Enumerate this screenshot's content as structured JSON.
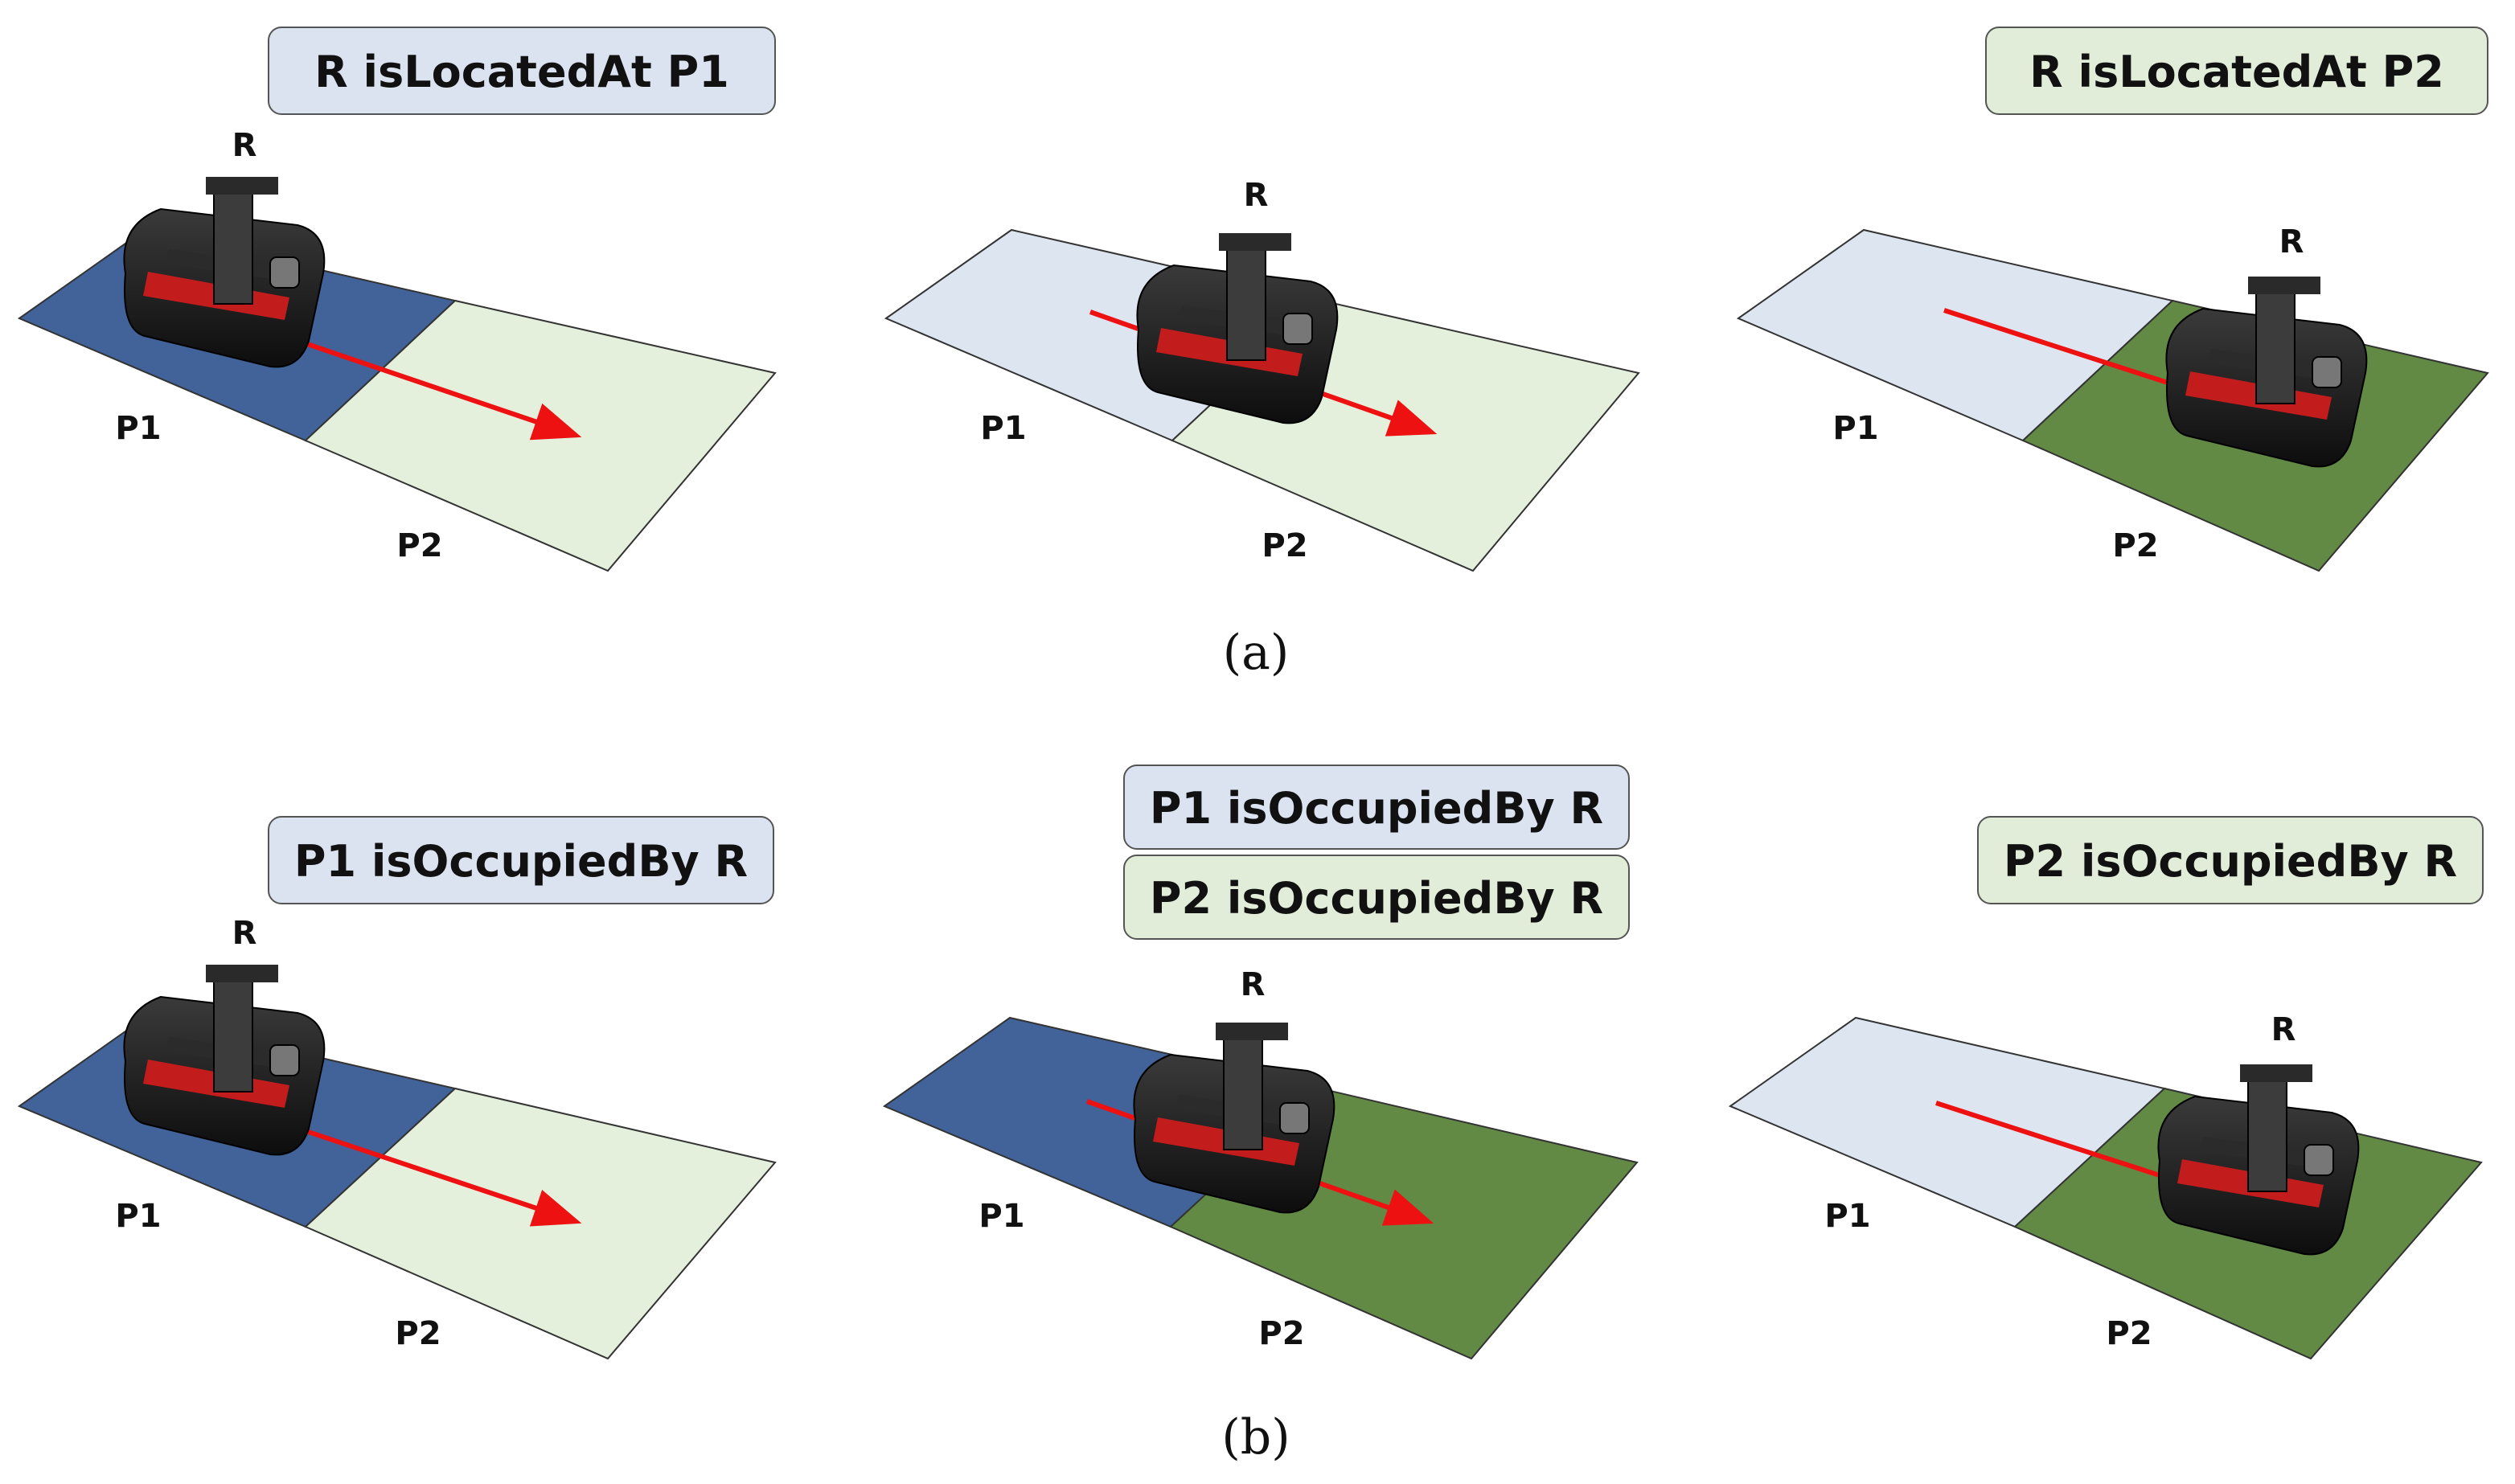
{
  "colors": {
    "p1_active": "#41639a",
    "p1_inactive": "#dde5f1",
    "p2_active": "#628a45",
    "p2_inactive": "#e4efdc",
    "badge_blue": "#dbe3f1",
    "badge_green": "#e1edd9",
    "arrow": "#ee1111",
    "outline": "#333333"
  },
  "panels": [
    {
      "id": "a1",
      "robot_label": "R",
      "place1_label": "P1",
      "place2_label": "P2",
      "p1_active": true,
      "p2_active": false,
      "robot_position": "on P1",
      "badges": [
        {
          "text": "R isLocatedAt P1",
          "color": "blue"
        }
      ]
    },
    {
      "id": "a2",
      "robot_label": "R",
      "place1_label": "P1",
      "place2_label": "P2",
      "p1_active": false,
      "p2_active": false,
      "robot_position": "on boundary",
      "badges": []
    },
    {
      "id": "a3",
      "robot_label": "R",
      "place1_label": "P1",
      "place2_label": "P2",
      "p1_active": false,
      "p2_active": true,
      "robot_position": "on P2",
      "badges": [
        {
          "text": "R isLocatedAt P2",
          "color": "green"
        }
      ]
    },
    {
      "id": "b1",
      "robot_label": "R",
      "place1_label": "P1",
      "place2_label": "P2",
      "p1_active": true,
      "p2_active": false,
      "robot_position": "on P1",
      "badges": [
        {
          "text": "P1 isOccupiedBy R",
          "color": "blue"
        }
      ]
    },
    {
      "id": "b2",
      "robot_label": "R",
      "place1_label": "P1",
      "place2_label": "P2",
      "p1_active": true,
      "p2_active": true,
      "robot_position": "on boundary",
      "badges": [
        {
          "text": "P1 isOccupiedBy R",
          "color": "blue"
        },
        {
          "text": "P2 isOccupiedBy R",
          "color": "green"
        }
      ]
    },
    {
      "id": "b3",
      "robot_label": "R",
      "place1_label": "P1",
      "place2_label": "P2",
      "p1_active": false,
      "p2_active": true,
      "robot_position": "on P2",
      "badges": [
        {
          "text": "P2 isOccupiedBy R",
          "color": "green"
        }
      ]
    }
  ],
  "captions": {
    "a": "(a)",
    "b": "(b)"
  }
}
